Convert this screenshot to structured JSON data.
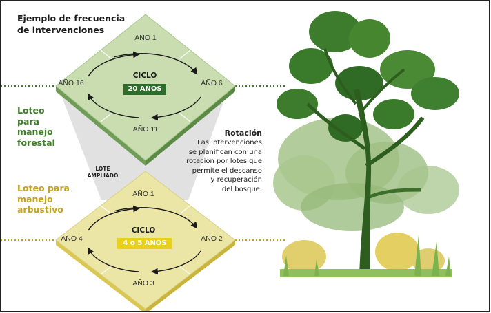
{
  "title_lines": [
    "Ejemplo de frecuencia",
    "de intervenciones"
  ],
  "forest_label_lines": [
    "Loteo",
    "para",
    "manejo",
    "forestal"
  ],
  "shrub_label_lines": [
    "Loteo para",
    "manejo",
    "arbustivo"
  ],
  "lote_ampliado_lines": [
    "LOTE",
    "AMPLIADO"
  ],
  "rotation": {
    "title": "Rotación",
    "body_lines": [
      "Las intervenciones",
      "se planifican con una",
      "rotación por lotes que",
      "permite el descanso",
      "y recuperación",
      "del bosque."
    ]
  },
  "top_cycle": {
    "label": "CICLO",
    "value": "20 AÑOS",
    "years": {
      "top": "AÑO 1",
      "right": "AÑO 6",
      "bottom": "AÑO 11",
      "left": "AÑO 16"
    }
  },
  "bottom_cycle": {
    "label": "CICLO",
    "value": "4 o 5 AÑOS",
    "years": {
      "top": "AÑO 1",
      "right": "AÑO 2",
      "bottom": "AÑO 3",
      "left": "AÑO 4"
    }
  },
  "colors": {
    "forest_green": "#3f7d2a",
    "green_diamond": "#c9ddb0",
    "green_badge": "#2f6b2a",
    "shrub_yellow": "#c4a31d",
    "yellow_diamond": "#ece6a6",
    "yellow_badge": "#e7d11d",
    "funnel": "#dcdcdc"
  },
  "icons": [
    "tree-illustration",
    "cycle-arrow-icon"
  ]
}
